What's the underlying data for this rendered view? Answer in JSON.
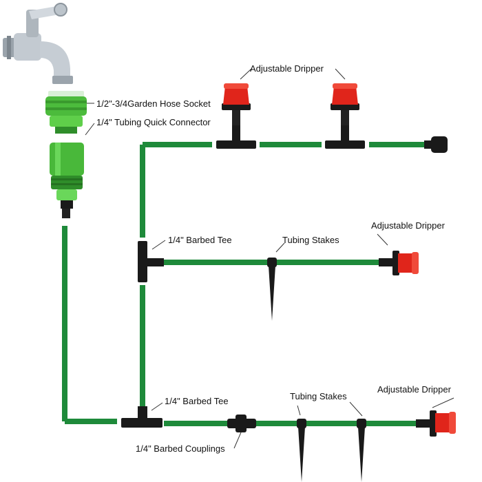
{
  "labels": {
    "hose_socket": "1/2\"-3/4Garden Hose Socket",
    "quick_connector": "1/4\" Tubing Quick Connector",
    "dripper_top": "Adjustable Dripper",
    "dripper_mid": "Adjustable Dripper",
    "dripper_bottom": "Adjustable Dripper",
    "barbed_tee_mid": "1/4\" Barbed Tee",
    "barbed_tee_bottom": "1/4\" Barbed Tee",
    "tubing_stakes_mid": "Tubing Stakes",
    "tubing_stakes_bottom": "Tubing Stakes",
    "barbed_couplings": "1/4\" Barbed Couplings"
  },
  "colors": {
    "tubing": "#1e8a3a",
    "tubing_highlight": "#3fb35a",
    "fitting": "#1a1a1a",
    "dripper": "#e0251b",
    "connector_green": "#4cbb3c",
    "faucet": "#b8bfc6"
  },
  "icons": {
    "faucet": "faucet-icon",
    "dripper": "dripper-icon",
    "tee": "tee-fitting-icon",
    "coupling": "coupling-icon",
    "stake": "stake-icon"
  }
}
